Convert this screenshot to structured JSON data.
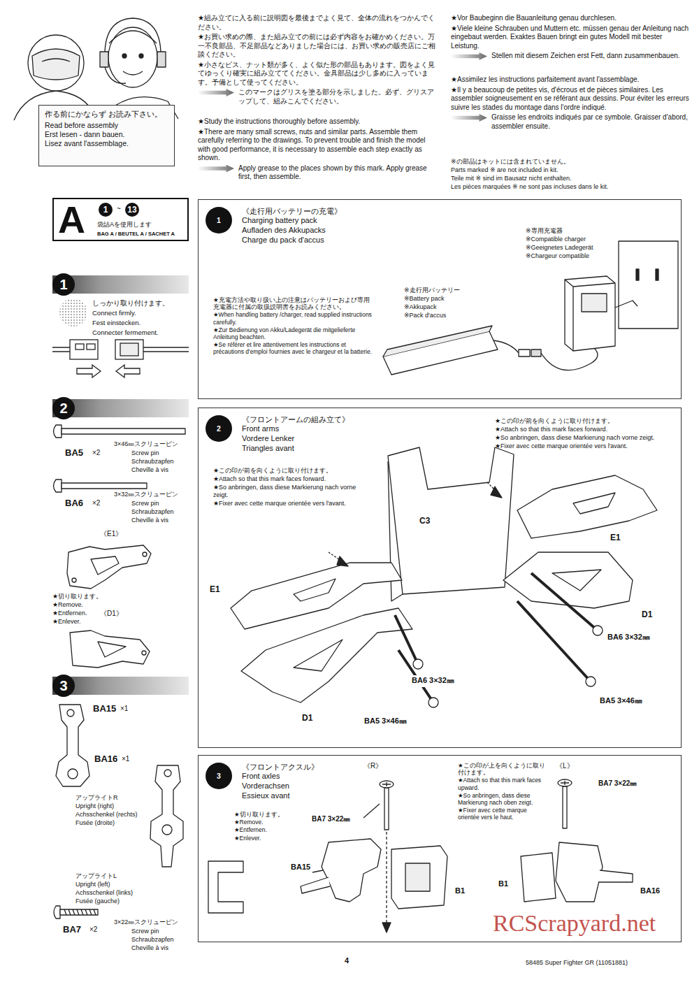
{
  "diagram": {
    "nodes": [
      {
        "text": [
          "作る前にかならず お読み下さい。",
          "Read before assembly",
          "Erst lesen - dann bauen.",
          "Lisez avant l'assemblage."
        ]
      },
      {
        "text": [
          "A",
          "袋詰Aを使用します",
          "BAG A / BEUTEL A / SACHET A"
        ]
      },
      {
        "text": [
          "1"
        ]
      },
      {
        "text": [
          "2"
        ]
      },
      {
        "text": [
          "3"
        ]
      },
      {
        "text": [
          "《走行用バッテリーの充電》",
          "Charging battery pack",
          "Aufladen des Akkupacks",
          "Charge du pack d'accus"
        ]
      },
      {
        "text": [
          "1"
        ],
        "in": 5
      },
      {
        "text": [
          "《フロントアームの組み立て》",
          "Front arms",
          "Vordere Lenker",
          "Triangles avant"
        ]
      },
      {
        "text": [
          "2"
        ],
        "in": 7
      },
      {
        "text": [
          "《フロントアクスル》",
          "Front axles",
          "Vorderachsen",
          "Essieux avant"
        ]
      },
      {
        "text": [
          "3"
        ],
        "in": 9
      }
    ],
    "labels": [
      "★組み立てに入る前に説明図を最後までよく見て、全体の流れをつかんでください。",
      "★お買い求めの際、また組み立ての前には必ず内容をお確かめください。万一不良部品、不足部品などありました場合には、お買い求めの販売店にご相談ください。",
      "★小さなビス、ナット類が多く、よく似た形の部品もあります。図をよく見てゆっくり確実に組み立ててください。金具部品は少し多めに入っています。予備として使ってください。",
      "このマークはグリスを塗る部分を示しました。必ず、グリスアップして、組みこんでください。",
      "★Study the instructions thoroughly before assembly.",
      "★There are many small screws, nuts and similar parts. Assemble them carefully referring to the drawings. To prevent trouble and finish the model with good performance, it is necessary to assemble each step exactly as shown.",
      "Apply grease to the places shown by this mark. Apply grease first, then assemble.",
      "★Vor Baubeginn die Bauanleitung genau durchlesen.",
      "★Viele kleine Schrauben und Muttern etc. müssen genau der Anleitung nach eingebaut werden. Exaktes Bauen bringt ein gutes Modell mit bester Leistung.",
      "Stellen mit diesem Zeichen erst Fett, dann zusammenbauen.",
      "★Assimilez les instructions parfaitement avant l'assemblage.",
      "★Il y a beaucoup de petites vis, d'écrous et de pièces similaires. Les assembler soigneusement en se référant aux dessins. Pour éviter les erreurs suivre les stades du montage dans l'ordre indiqué.",
      "Graisse les endroits indiqués par ce symbole. Graisser d'abord, assembler ensuite.",
      "※の部品はキットには含まれていません。",
      "Parts marked ※ are not included in kit.",
      "Teile mit ※ sind im Bausatz nicht enthalten.",
      "Les pièces marquées ※ ne sont pas incluses dans le kit.",
      "1",
      "~",
      "13",
      "しっかり取り付けます。",
      "Connect firmly.",
      "Fest einstecken.",
      "Connecter fermement.",
      "BA5",
      "×2",
      "3×46㎜スクリューピン",
      "Screw pin",
      "Schraubzapfen",
      "Cheville à vis",
      "BA6",
      "×2",
      "3×32㎜スクリューピン",
      "Screw pin",
      "Schraubzapfen",
      "Cheville à vis",
      "《E1》",
      "★切り取ります。",
      "★Remove.",
      "★Entfernen.",
      "★Enlever.",
      "《D1》",
      "BA15",
      "×1",
      "アップライトR",
      "Upright (right)",
      "Achsschenkel (rechts)",
      "Fusée (droite)",
      "BA16",
      "×1",
      "アップライトL",
      "Upright (left)",
      "Achsschenkel (links)",
      "Fusée (gauche)",
      "BA7",
      "×2",
      "3×22㎜スクリューピン",
      "Screw pin",
      "Schraubzapfen",
      "Cheville à vis",
      "※専用充電器",
      "※Compatible charger",
      "※Geeignetes Ladegerät",
      "※Chargeur compatible",
      "※走行用バッテリー",
      "※Battery pack",
      "※Akkupack",
      "※Pack d'accus",
      "★充電方法や取り扱い上の注意はバッテリーおよび専用充電器に付属の取扱説明書をお読みください。",
      "★When handling battery /charger, read supplied instructions carefully.",
      "★Zur Bedienung von Akku/Ladegerät die mitgelieferte Anleitung beachten.",
      "★Se référer et lire attentivement les instructions et précautions d'emploi fournies avec le chargeur et la batterie.",
      "★この印が前を向くように取り付けます。",
      "★Attach so that this mark faces forward.",
      "★So anbringen, dass diese Markierung nach vorne zeigt.",
      "★Fixer avec cette marque orientée vers l'avant.",
      "★この印が前を向くように取り付けます。",
      "★Attach so that this mark faces forward.",
      "★So anbringen, dass diese Markierung nach vorne zeigt.",
      "★Fixer avec cette marque orientée vers l'avant.",
      "C3",
      "E1",
      "E1",
      "D1",
      "BA6 3×32㎜",
      "BA6 3×32㎜",
      "D1",
      "BA5 3×46㎜",
      "BA5 3×46㎜",
      "《R》",
      "《L》",
      "★この印が上を向くように取り付けます。",
      "★Attach so that this mark faces upward.",
      "★So anbringen, dass diese Markierung nach oben zeigt.",
      "★Fixer avec cette marque orientée vers le haut.",
      "★切り取ります。",
      "★Remove.",
      "★Entfernen.",
      "★Enlever.",
      "BA7 3×22㎜",
      "BA15",
      "B1",
      "B1",
      "BA7 3×22㎜",
      "BA16",
      "4",
      "58485 Super Fighter GR (11051881)",
      "RCScrapyard.net"
    ]
  }
}
